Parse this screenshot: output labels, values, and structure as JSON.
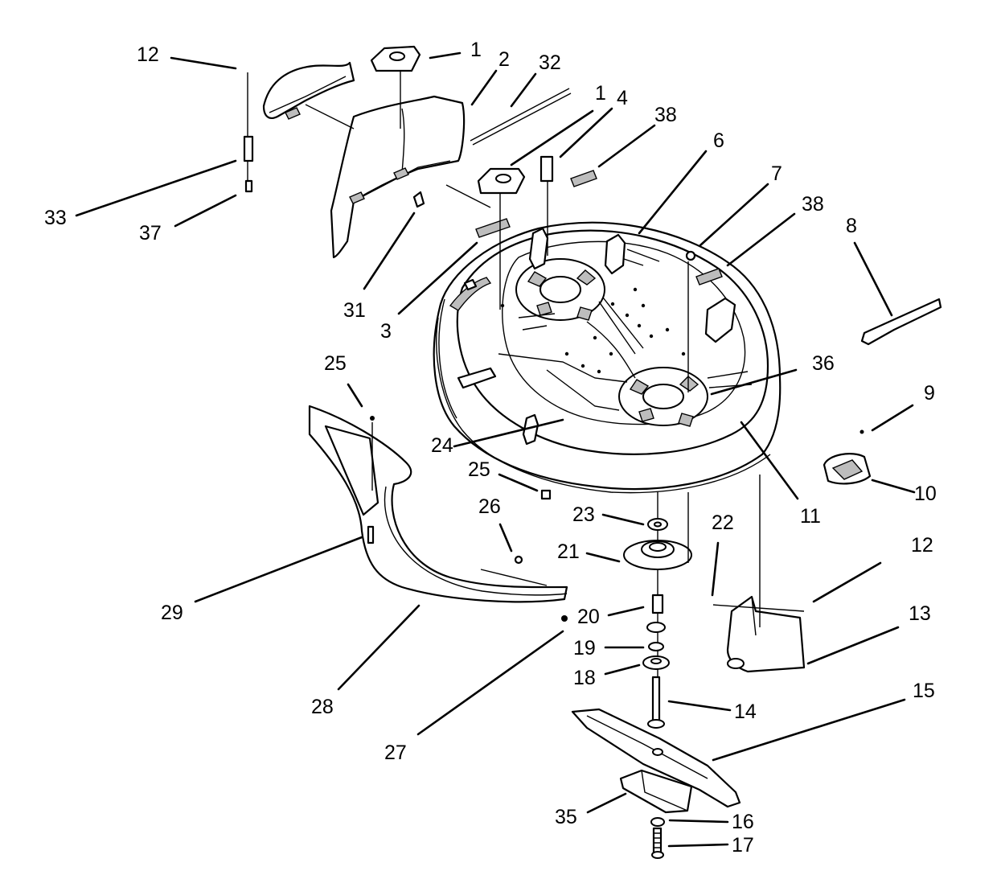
{
  "callouts": [
    {
      "id": "c12a",
      "text": "12"
    },
    {
      "id": "c1a",
      "text": "1"
    },
    {
      "id": "c2",
      "text": "2"
    },
    {
      "id": "c32",
      "text": "32"
    },
    {
      "id": "c1b",
      "text": "1"
    },
    {
      "id": "c4",
      "text": "4"
    },
    {
      "id": "c38a",
      "text": "38"
    },
    {
      "id": "c6",
      "text": "6"
    },
    {
      "id": "c7",
      "text": "7"
    },
    {
      "id": "c38b",
      "text": "38"
    },
    {
      "id": "c8",
      "text": "8"
    },
    {
      "id": "c33",
      "text": "33"
    },
    {
      "id": "c37",
      "text": "37"
    },
    {
      "id": "c31",
      "text": "31"
    },
    {
      "id": "c3",
      "text": "3"
    },
    {
      "id": "c36",
      "text": "36"
    },
    {
      "id": "c9",
      "text": "9"
    },
    {
      "id": "c10",
      "text": "10"
    },
    {
      "id": "c25a",
      "text": "25"
    },
    {
      "id": "c24",
      "text": "24"
    },
    {
      "id": "c11",
      "text": "11"
    },
    {
      "id": "c25b",
      "text": "25"
    },
    {
      "id": "c23",
      "text": "23"
    },
    {
      "id": "c26",
      "text": "26"
    },
    {
      "id": "c22",
      "text": "22"
    },
    {
      "id": "c12b",
      "text": "12"
    },
    {
      "id": "c21",
      "text": "21"
    },
    {
      "id": "c13",
      "text": "13"
    },
    {
      "id": "c29",
      "text": "29"
    },
    {
      "id": "c20",
      "text": "20"
    },
    {
      "id": "c19",
      "text": "19"
    },
    {
      "id": "c18",
      "text": "18"
    },
    {
      "id": "c28",
      "text": "28"
    },
    {
      "id": "c14",
      "text": "14"
    },
    {
      "id": "c15",
      "text": "15"
    },
    {
      "id": "c27",
      "text": "27"
    },
    {
      "id": "c35",
      "text": "35"
    },
    {
      "id": "c16",
      "text": "16"
    },
    {
      "id": "c17",
      "text": "17"
    }
  ]
}
